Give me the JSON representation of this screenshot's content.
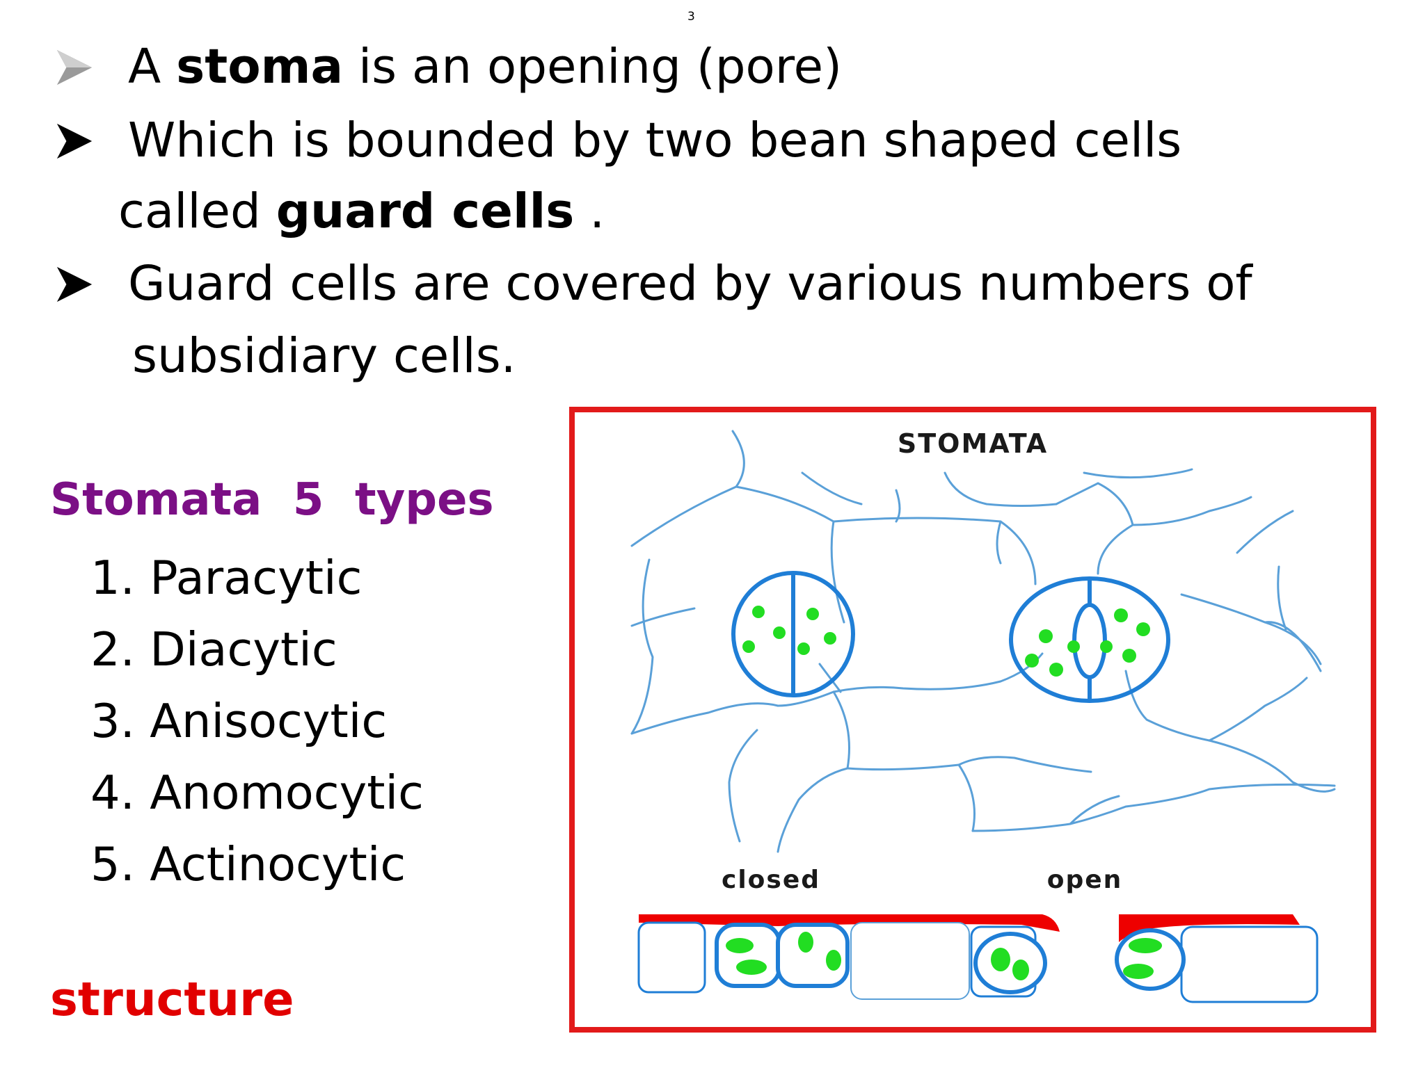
{
  "page_number": "3",
  "bullets": [
    {
      "prefix": "A ",
      "bold": "stoma",
      "suffix": " is an opening (pore)",
      "arrow_color": "#8a8a8a"
    },
    {
      "prefix": "Which is bounded by two bean shaped cells",
      "arrow_color": "#000000"
    },
    {
      "prefix": "Guard cells are covered by various numbers of",
      "arrow_color": "#000000"
    }
  ],
  "continuations": {
    "line2": {
      "prefix": "called ",
      "bold": "guard cells",
      "suffix": " ."
    },
    "line3": "subsidiary cells."
  },
  "types_title": "Stomata  5  types",
  "types": [
    "1. Paracytic",
    "2. Diacytic",
    "3. Anisocytic",
    "4. Anomocytic",
    "5. Actinocytic"
  ],
  "structure_label": "structure",
  "figure": {
    "title": "STOMATA",
    "label_closed": "closed",
    "label_open": "open"
  },
  "colors": {
    "title_purple": "#7b0f85",
    "structure_red": "#e10000",
    "frame_red": "#e21a1a",
    "cell_blue": "#5aa0d8",
    "guard_blue": "#1f7ed6",
    "chloroplast_green": "#22dd22"
  }
}
